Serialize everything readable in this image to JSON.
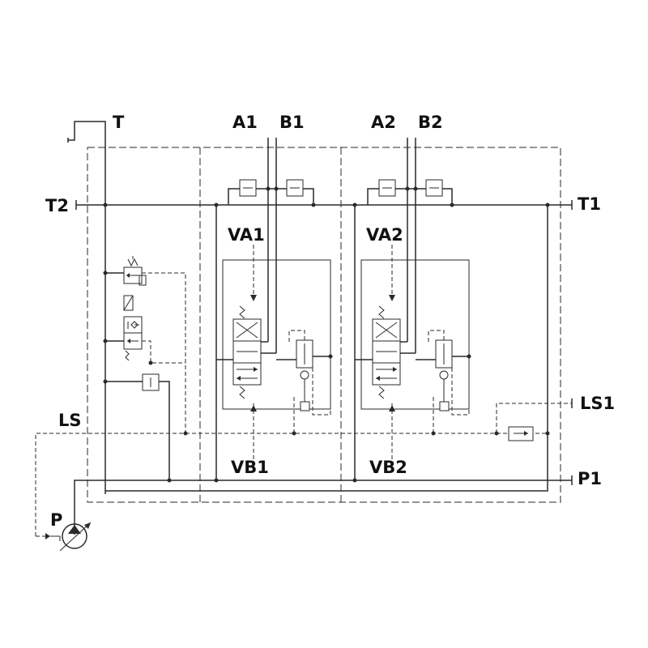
{
  "ports": {
    "T": "T",
    "T1": "T1",
    "T2": "T2",
    "A1": "A1",
    "B1": "B1",
    "A2": "A2",
    "B2": "B2",
    "VA1": "VA1",
    "VB1": "VB1",
    "VA2": "VA2",
    "VB2": "VB2",
    "LS": "LS",
    "LS1": "LS1",
    "P": "P",
    "P1": "P1"
  },
  "colors": {
    "line": "#2a2a2a",
    "text": "#111111",
    "background": "#ffffff"
  }
}
